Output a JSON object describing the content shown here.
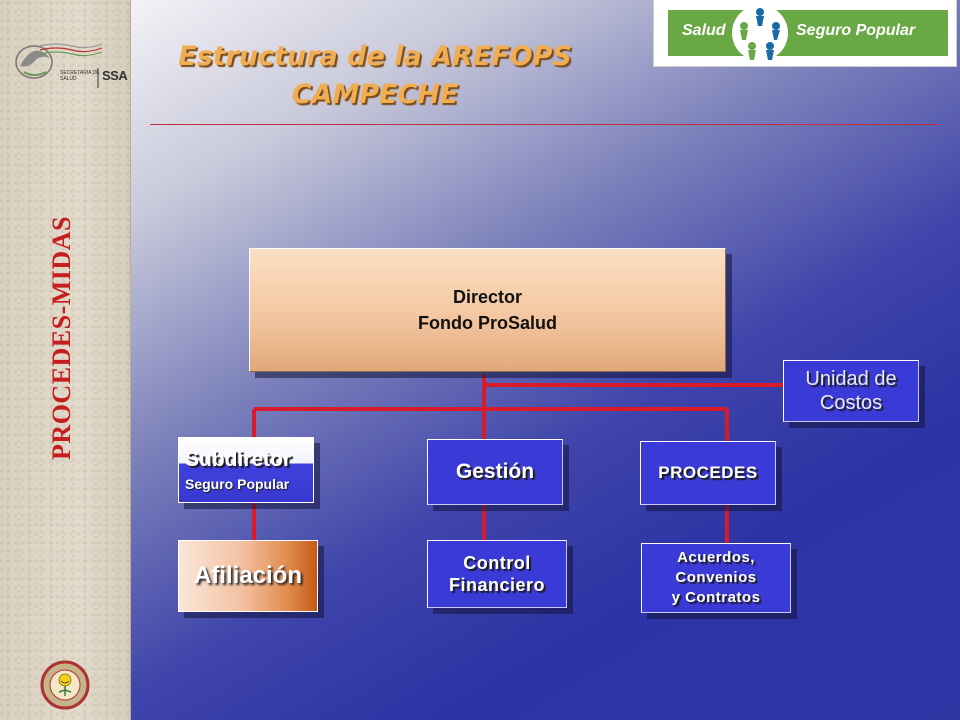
{
  "title": {
    "line1": "Estructura de la AREFOPS",
    "line2": "CAMPECHE"
  },
  "sidebar": {
    "vertical_label": "PROCEDES-MIDAS",
    "logo_secretaria": "SECRETARÍA DE SALUD",
    "logo_ssa": "SSA"
  },
  "brand": {
    "left_word": "Salud",
    "right_word": "Seguro Popular",
    "color": "#6aa845"
  },
  "org_chart": {
    "director": {
      "line1": "Director",
      "line2": "Fondo ProSalud"
    },
    "unidad_costos": {
      "line1": "Unidad de",
      "line2": "Costos"
    },
    "subdirector": {
      "line1": "Subdiretor",
      "line2": "Seguro Popular"
    },
    "afiliacion": {
      "label": "Afiliación"
    },
    "gestion": {
      "label": "Gestión"
    },
    "procedes": {
      "label": "PROCEDES"
    },
    "control": {
      "line1": "Control",
      "line2": "Financiero"
    },
    "acuerdos": {
      "line1": "Acuerdos,",
      "line2": "Convenios",
      "line3": "y Contratos"
    }
  },
  "colors": {
    "connector": "#d81b2a",
    "box_blue": "#3a3ad6",
    "title_orange": "#f0ad52",
    "label_red": "#c41e1e"
  }
}
